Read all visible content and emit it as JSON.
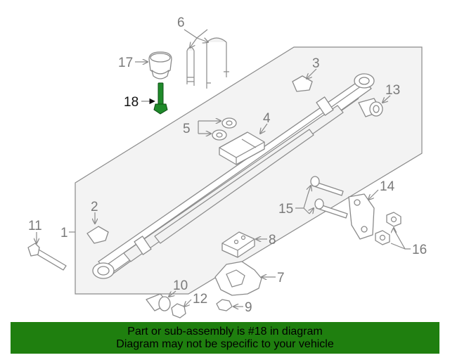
{
  "diagram": {
    "highlight_color": "#1f8a2a",
    "callouts": [
      {
        "id": "c1",
        "text": "1"
      },
      {
        "id": "c2",
        "text": "2"
      },
      {
        "id": "c3",
        "text": "3"
      },
      {
        "id": "c4",
        "text": "4"
      },
      {
        "id": "c5",
        "text": "5"
      },
      {
        "id": "c6",
        "text": "6"
      },
      {
        "id": "c7",
        "text": "7"
      },
      {
        "id": "c8",
        "text": "8"
      },
      {
        "id": "c9",
        "text": "9"
      },
      {
        "id": "c10",
        "text": "10"
      },
      {
        "id": "c11",
        "text": "11"
      },
      {
        "id": "c12",
        "text": "12"
      },
      {
        "id": "c13",
        "text": "13"
      },
      {
        "id": "c14",
        "text": "14"
      },
      {
        "id": "c15",
        "text": "15"
      },
      {
        "id": "c16",
        "text": "16"
      },
      {
        "id": "c17",
        "text": "17"
      },
      {
        "id": "c18",
        "text": "18"
      }
    ]
  },
  "footer": {
    "background": "#1f7f0f",
    "line1": "Part or sub-assembly is #18 in diagram",
    "line2": "Diagram may not be specific to your vehicle"
  }
}
